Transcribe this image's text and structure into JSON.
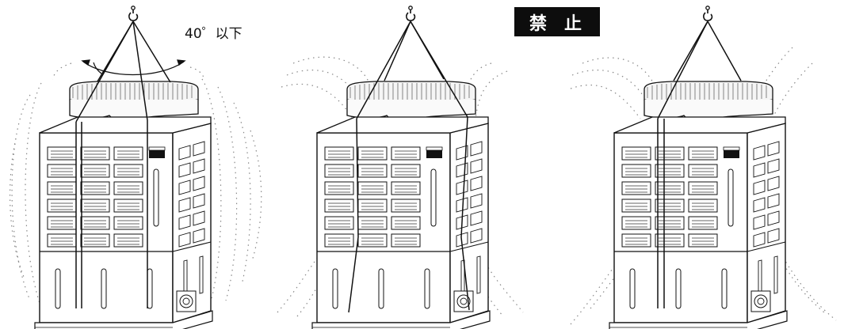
{
  "angle_note": "40゜以下",
  "prohibited": {
    "char1": "禁",
    "char2": "止"
  },
  "figures": [
    {
      "id": "correct",
      "stripe_pattern": "vertical"
    },
    {
      "id": "wrong-a",
      "stripe_pattern": "diagonal"
    },
    {
      "id": "wrong-b",
      "stripe_pattern": "diagonal"
    }
  ]
}
